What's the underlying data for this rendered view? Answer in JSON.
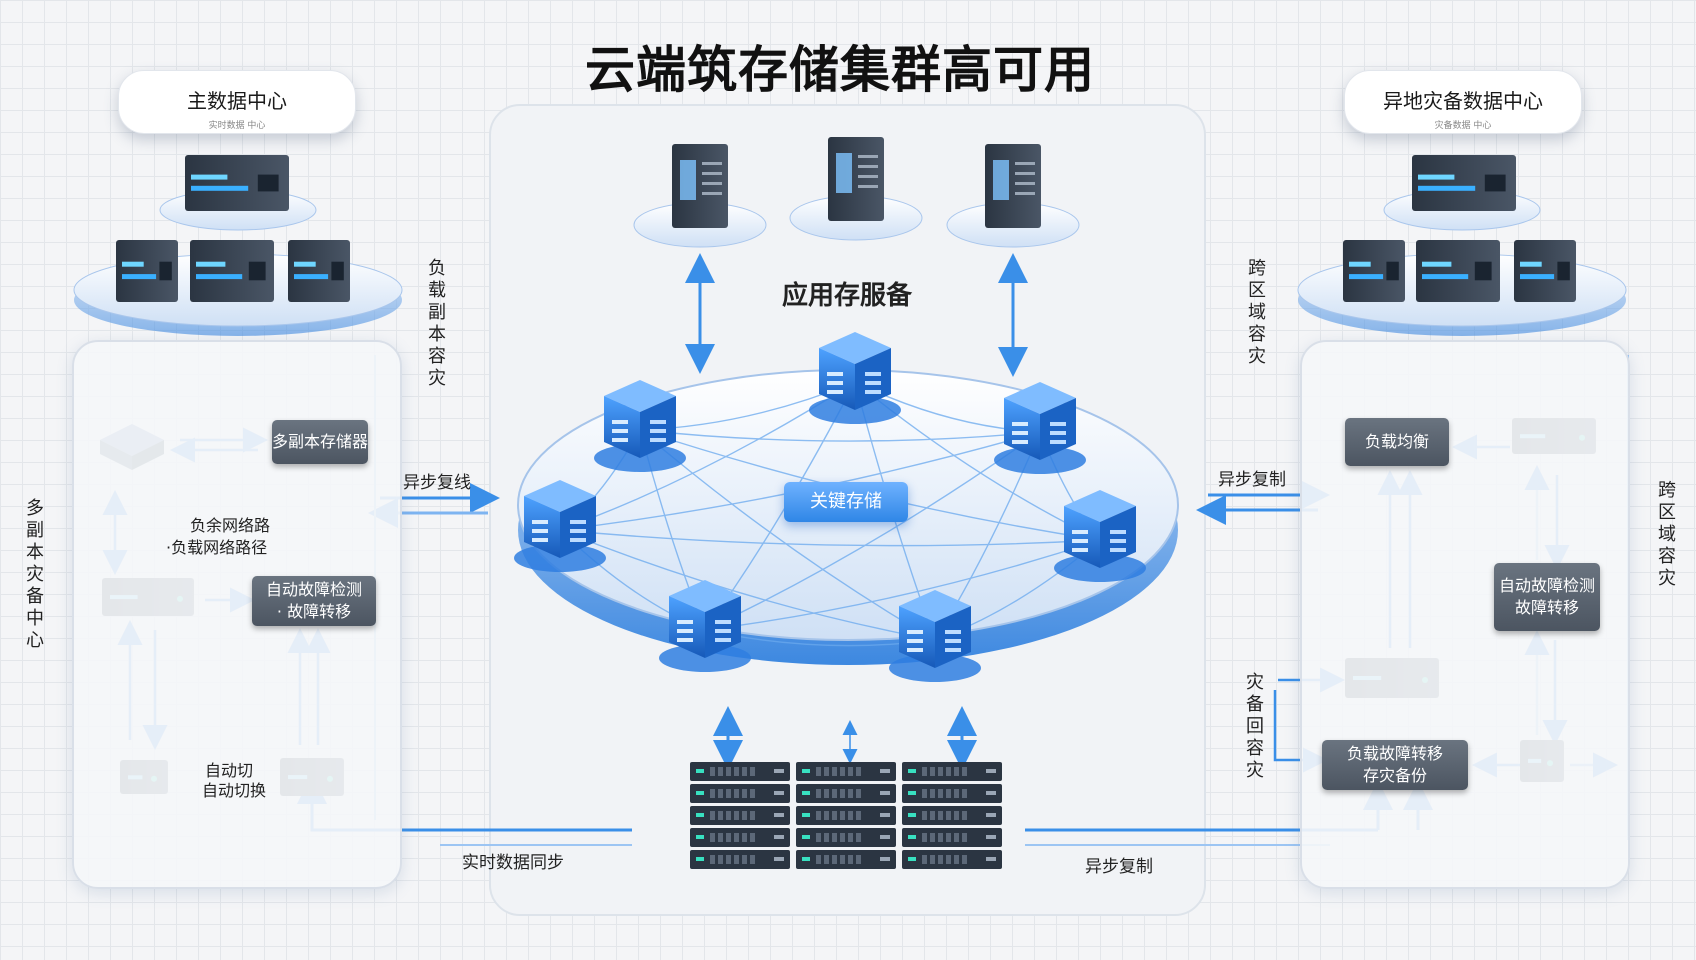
{
  "title": "云端筑存储集群高可用",
  "left_dc": {
    "title": "主数据中心",
    "subtitle": "实时数据 中心"
  },
  "right_dc": {
    "title": "异地灾备数据中心",
    "subtitle": "灾备数据 中心"
  },
  "center": {
    "service_label": "应用存服备",
    "badge": "关键存储",
    "bottom_sync_left": "实时数据同步",
    "bottom_sync_right": "异步复制"
  },
  "left_panel": {
    "vertical_label": "多副本灾备中心",
    "storage_card": "多副本存储器",
    "network_text_1": "负余网络路",
    "network_text_2": "·负载网络路径",
    "detect_card_1": "自动故障检测",
    "detect_card_2": "· 故障转移",
    "switch_text_1": "自动切",
    "switch_text_2": "自动切换",
    "side_vertical": "负载副本容灾"
  },
  "links": {
    "left_async": "异步复线",
    "right_async": "异步复制"
  },
  "right_panel": {
    "vertical_label": "跨区域容灾",
    "outer_vertical": "跨区域容灾",
    "lb_card": "负载均衡",
    "detect_card_1": "自动故障检测",
    "detect_card_2": "故障转移",
    "fail_card_1": "负载故障转移",
    "fail_card_2": "存灾备份",
    "side_vertical": "灾备回容灾"
  },
  "colors": {
    "accent": "#2f86e6",
    "arrow": "#4a9af0",
    "card": "#5a636e"
  }
}
